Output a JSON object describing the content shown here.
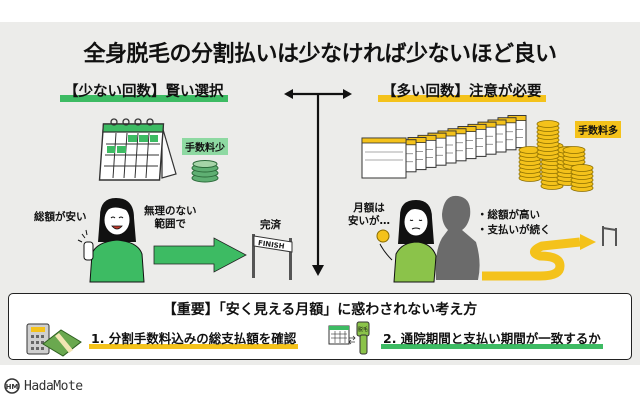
{
  "title": "全身脱毛の分割払いは少なければ少ないほど良い",
  "colors": {
    "background": "#ececea",
    "green": "#3dbb63",
    "yellow": "#f4c21b",
    "dark": "#111111"
  },
  "left_panel": {
    "heading": "【少ない回数】賢い選択",
    "fee_tag": "手数料少",
    "speech_total": "総額が安い",
    "speech_range_line1": "無理のない",
    "speech_range_line2": "範囲で",
    "finish_label": "完済",
    "finish_sign": "FINISH",
    "icons": [
      "calendar-icon",
      "coin-stack-icon",
      "woman-thumbs-up-icon",
      "arrow-right-icon",
      "finish-gate-icon"
    ]
  },
  "right_panel": {
    "heading": "【多い回数】注意が必要",
    "fee_tag": "手数料多",
    "speech_monthly_line1": "月額は",
    "speech_monthly_line2": "安いが…",
    "bullet_1": "・総額が高い",
    "bullet_2": "・支払いが続く",
    "icons": [
      "calendar-row-icon",
      "coin-piles-icon",
      "worried-woman-icon",
      "shadow-figure-icon",
      "winding-arrow-icon",
      "gate-icon"
    ]
  },
  "divider": {
    "icon": "t-arrow-icon"
  },
  "bottom": {
    "title": "【重要】「安く見える月額」に惑わされない考え方",
    "tips": [
      {
        "label": "1. 分割手数料込みの総支払額を確認",
        "icon": "calculator-money-icon"
      },
      {
        "label": "2. 通院期間と支払い期間が一致するか",
        "icon": "calendar-device-icon",
        "device_label": "脱毛"
      }
    ]
  },
  "brand": {
    "name": "HadaMote",
    "mark": "HM"
  }
}
